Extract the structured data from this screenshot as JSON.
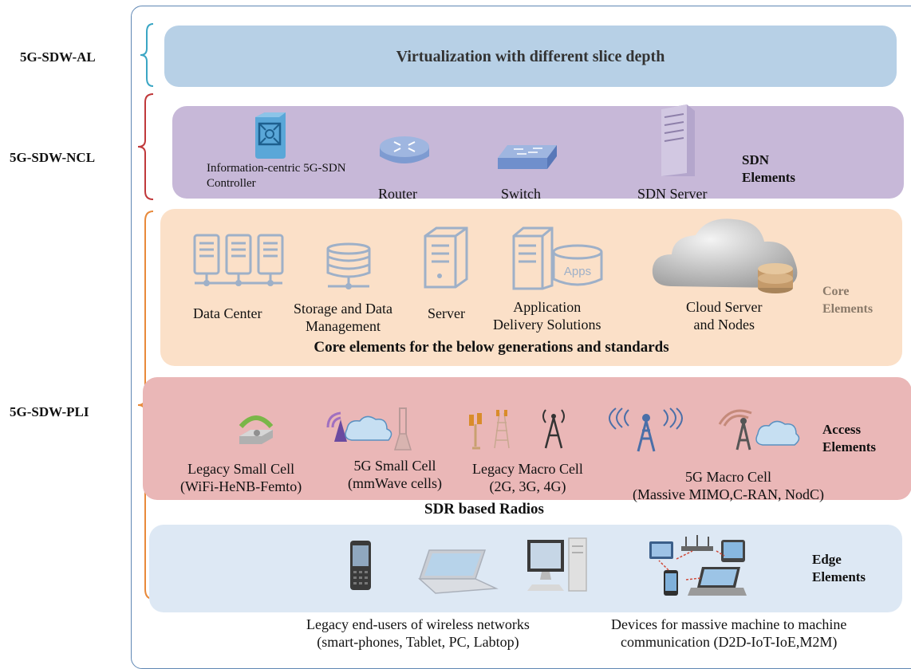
{
  "layers": {
    "al": "5G-SDW-AL",
    "ncl": "5G-SDW-NCL",
    "pli": "5G-SDW-PLI"
  },
  "al_band": {
    "title": "Virtualization with different slice depth"
  },
  "sdn": {
    "section": [
      "SDN",
      "Elements"
    ],
    "controller": [
      "Information-centric 5G-SDN",
      "Controller"
    ],
    "router": "Router",
    "switch": "Switch",
    "server": "SDN Server"
  },
  "core": {
    "section": [
      "Core",
      "Elements"
    ],
    "data_center": "Data Center",
    "storage": [
      "Storage and Data",
      "Management"
    ],
    "server": "Server",
    "app_delivery": [
      "Application",
      "Delivery Solutions"
    ],
    "apps_icon_text": "Apps",
    "cloud": [
      "Cloud Server",
      "and Nodes"
    ],
    "caption": "Core elements for the below generations and standards"
  },
  "access": {
    "section": [
      "Access",
      "Elements"
    ],
    "legacy_small": [
      "Legacy Small Cell",
      "(WiFi-HeNB-Femto)"
    ],
    "g5_small": [
      "5G Small Cell",
      "(mmWave cells)"
    ],
    "legacy_macro": [
      "Legacy Macro Cell",
      "(2G, 3G, 4G)"
    ],
    "g5_macro": [
      "5G Macro Cell",
      "(Massive MIMO,C-RAN, NodC)"
    ],
    "caption": "SDR based Radios"
  },
  "edge": {
    "section": [
      "Edge",
      "Elements"
    ],
    "legacy_users": [
      "Legacy end-users of wireless networks",
      "(smart-phones, Tablet, PC, Labtop)"
    ],
    "m2m": [
      "Devices for massive machine to machine",
      "communication (D2D-IoT-IoE,M2M)"
    ]
  },
  "colors": {
    "al_band": "#b7d0e6",
    "ncl_band": "#c7b8d8",
    "core_band": "#fbe0c8",
    "access_band": "#eab7b7",
    "edge_band": "#dde8f4",
    "brace_al": "#3aa6c4",
    "brace_ncl": "#c0393b",
    "brace_pli": "#e8893a",
    "core_section_text": "#8a7a6a"
  }
}
